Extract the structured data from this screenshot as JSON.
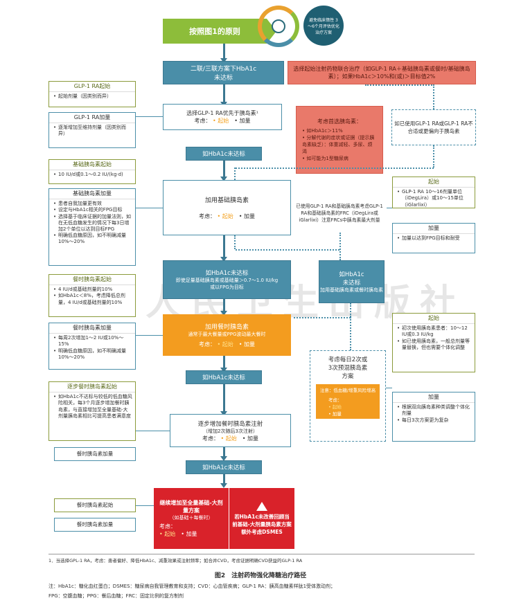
{
  "header": {
    "start": "按照图1的原则",
    "circle_text": "避免临床惰性 3～6个月评估优化治疗方案"
  },
  "nodes": {
    "n1": {
      "line1": "二联/三联方案下HbA1c",
      "line2": "未达标"
    },
    "n1_right": "选择起始注射药物联合治疗（如GLP-1 RA＋基础胰岛素或餐时/基础胰岛素）；如果HbA1c＞10%和(或)＞目标值2%",
    "n2": {
      "line1": "选择GLP-1 RA优先于胰岛素¹",
      "consider": "考虑：",
      "opt1": "起始",
      "opt2": "加量"
    },
    "n2_right": {
      "title": "考虑首选胰岛素：",
      "items": [
        "如HbA1c＞11%",
        "分解代谢的症状或证据（提示胰岛素缺乏）：体重减轻、多尿、烦渴",
        "如可能为1型糖尿病"
      ]
    },
    "n2_far": "如已使用GLP-1 RA或GLP-1 RA不合适或更偏向于胰岛素",
    "n3": "如HbA1c未达标",
    "n4": {
      "line1": "加用基础胰岛素",
      "consider": "考虑：",
      "opt1": "起始",
      "opt2": "加量"
    },
    "n4_right": "已使用GLP-1 RA和基础胰岛素考虑GLP-1 RA和基础胰岛素的FRC（iDegLira或iGlarlixi）注意FRCs中胰岛素最大剂量",
    "n5": {
      "line1": "如HbA1c未达标",
      "line2": "即使足量基础胰岛素或基础量＞0.7～1.0 IU/kg",
      "line3": "或以FPG为目标"
    },
    "n5_right": {
      "line1": "如HbA1c",
      "line2": "未达标",
      "line3": "加用基础胰岛素或餐时胰岛素"
    },
    "n6": {
      "line1": "加用餐时胰岛素",
      "line2": "通常于最大餐量或PPG波动最大餐时",
      "consider": "考虑：",
      "opt1": "起始",
      "opt2": "加量"
    },
    "n6_right": {
      "line1": "考虑每日2次或",
      "line2": "3次预混胰岛素",
      "line3": "方案",
      "note": "注意：低血糖/增重风险增高",
      "consider": "考虑：",
      "opt1": "起始",
      "opt2": "加量"
    },
    "n7": "如HbA1c未达标",
    "n8": {
      "line1": "逐步增加餐时胰岛素注射",
      "line2": "（增加2次随后3次注射）",
      "consider": "考虑：",
      "opt1": "起始",
      "opt2": "加量"
    },
    "n9": "如HbA1c未达标",
    "n10_left": {
      "line1": "继续增加至全量基础-大剂量方案",
      "line2": "（如基础＋每餐时）",
      "consider": "考虑：",
      "opt1": "起始",
      "opt2": "加量"
    },
    "n10_right": "若HbA1c未改善回顾当前基础-大剂量胰岛素方案额外考虑DSMES"
  },
  "left_panels": {
    "glp_start": {
      "title": "GLP-1 RA起始",
      "items": [
        "起始剂量（因类别而异）"
      ]
    },
    "glp_titrate": {
      "title": "GLP-1 RA加量",
      "items": [
        "逐渐增加至维持剂量（因类别而异）"
      ]
    },
    "basal_start": {
      "title": "基础胰岛素起始",
      "items": [
        "10 IU/d或0.1～0.2 IU/(kg·d)"
      ]
    },
    "basal_titrate": {
      "title": "基础胰岛素加量",
      "items": [
        "患者自我加量更有效",
        "设定与HbA1c相关的FPG目标",
        "选择基于临床证据的加量法则，如在无低血糖发生的情况下每3日增加2个单位以达到目标FPG",
        "明确低血糖原因，如不明确减量10%～20%"
      ]
    },
    "prandial_start": {
      "title": "餐时胰岛素起始",
      "items": [
        "4 IU/d或基础剂量的10%",
        "如HbA1c＜8%，考虑降低总剂量，4 IU/d或基础剂量的10%"
      ]
    },
    "prandial_titrate": {
      "title": "餐时胰岛素加量",
      "items": [
        "每周2次增加1～2 IU或10%～15%",
        "明确低血糖原因，如不明确减量10%～20%"
      ]
    },
    "stepwise_start": {
      "title": "逐步餐时胰岛素起始",
      "items": [
        "如HbA1c不达标与较低的低血糖风险相关，每3个月逐步增加餐时胰岛素，与直接增加至全量基础-大剂量胰岛素相比可提高患者满意度"
      ]
    },
    "stepwise_titrate": "餐时胰岛素加量",
    "final_start": "餐时胰岛素起始",
    "final_titrate": "餐时胰岛素加量"
  },
  "right_panels": {
    "frc_start": {
      "title": "起始",
      "items": [
        "GLP-1 RA 10～16剂量单位（iDegLira）或10～15单位（iGlarlixi）"
      ]
    },
    "frc_titrate": {
      "title": "加量",
      "items": [
        "加量以达到FPG目标和耐受"
      ]
    },
    "premix_start": {
      "title": "起始",
      "items": [
        "初次使用胰岛素患者：10～12 IU或0.3 IU/kg",
        "如已使用胰岛素，一般总剂量等量替换，但也需要个体化调整"
      ]
    },
    "premix_titrate": {
      "title": "加量",
      "items": [
        "根据双向胰岛素种类调整个体化剂量",
        "每日3次方案更为复杂"
      ]
    }
  },
  "footnote": "1．当选择GPL-1 RA，考虑：患者偏好、降低HbA1c、减重效果或注射频率；如合并CVD，考虑证据明确CVD获益的GLP-1 RA",
  "figure_title": "图2　注射药物强化降糖治疗路径",
  "abbrev_line1": "注：HbA1c：糖化血红蛋白；DSMES：糖尿病自我管理教育和支持；CVD：心血管疾病；GLP-1 RA：胰高血糖素样肽1受体激动剂；",
  "abbrev_line2": "FPG：空腹血糖；PPG：餐后血糖；FRC：固定比例的复方制剂",
  "watermark": "人民卫生出版社",
  "colors": {
    "teal": "#4a8ea8",
    "salmon": "#e9796a",
    "orange": "#f39c1f",
    "red": "#d9222a",
    "green": "#8dbd3a"
  }
}
